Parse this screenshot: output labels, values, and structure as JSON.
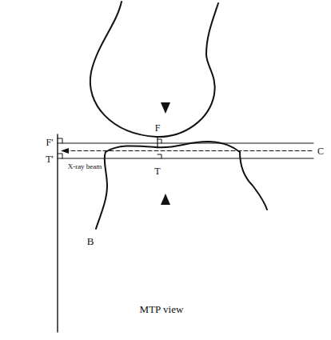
{
  "diagram": {
    "caption": "MTP view",
    "labels": [
      "F'",
      "F",
      "C",
      "T'",
      "X-ray beam",
      "T",
      "B"
    ]
  }
}
